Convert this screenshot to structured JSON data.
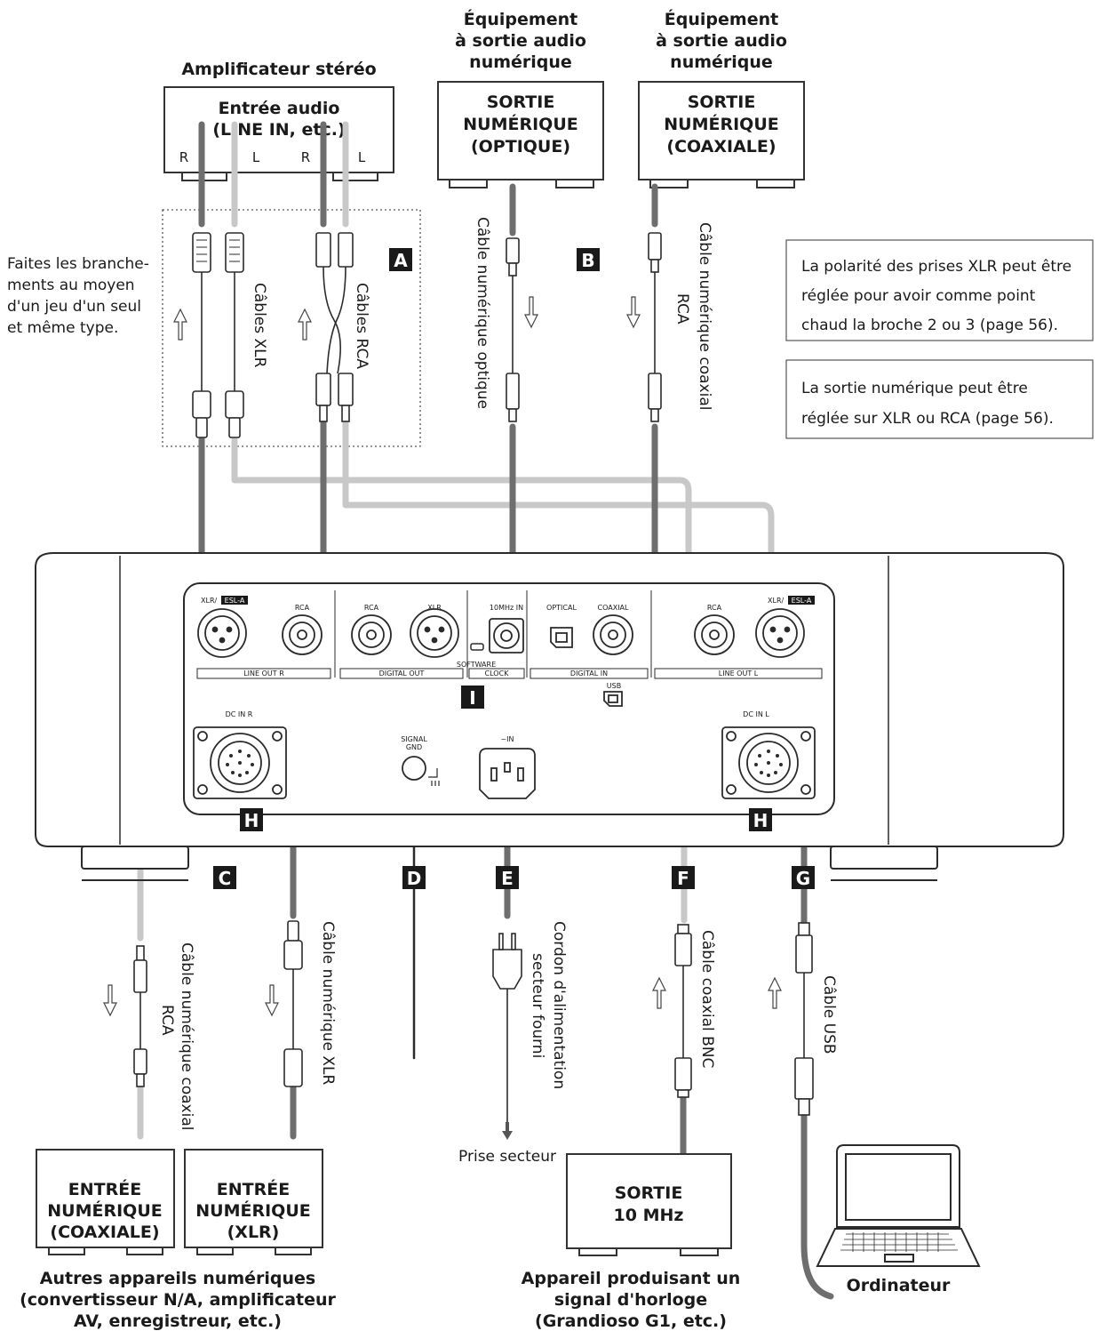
{
  "devices": {
    "amplifier": {
      "title": "Amplificateur stéréo",
      "box_line1": "Entrée audio",
      "box_line2": "(LINE IN, etc.)",
      "ch_r1": "R",
      "ch_l1": "L",
      "ch_r2": "R",
      "ch_l2": "L"
    },
    "optical_source": {
      "title1": "Équipement",
      "title2": "à sortie audio",
      "title3": "numérique",
      "box1": "SORTIE",
      "box2": "NUMÉRIQUE",
      "box3": "(OPTIQUE)"
    },
    "coaxial_source": {
      "title1": "Équipement",
      "title2": "à sortie audio",
      "title3": "numérique",
      "box1": "SORTIE",
      "box2": "NUMÉRIQUE",
      "box3": "(COAXIALE)"
    },
    "digital_in_coax": {
      "box1": "ENTRÉE",
      "box2": "NUMÉRIQUE",
      "box3": "(COAXIALE)"
    },
    "digital_in_xlr": {
      "box1": "ENTRÉE",
      "box2": "NUMÉRIQUE",
      "box3": "(XLR)"
    },
    "other_devices": {
      "line1": "Autres appareils numériques",
      "line2": "(convertisseur N/A, amplificateur",
      "line3": "AV, enregistreur, etc.)"
    },
    "clock_out": {
      "box1": "SORTIE",
      "box2": "10 MHz"
    },
    "clock_device": {
      "line1": "Appareil produisant un",
      "line2": "signal d'horloge",
      "line3": "(Grandioso G1, etc.)"
    },
    "computer": {
      "label": "Ordinateur"
    }
  },
  "notes": {
    "side_note": [
      "Faites les branche-",
      "ments au moyen",
      "d'un jeu d'un seul",
      "et même type."
    ],
    "xlr_polarity": [
      "La polarité des prises XLR peut être",
      "réglée pour avoir comme point",
      "chaud la broche 2 ou 3 (page 56)."
    ],
    "digital_output": [
      "La sortie numérique peut être",
      "réglée sur XLR ou RCA (page 56)."
    ]
  },
  "cables": {
    "xlr": "Câbles XLR",
    "rca": "Câbles RCA",
    "optical": "Câble numérique optique",
    "coax_rca_top1": "Câble numérique coaxial",
    "coax_rca_top2": "RCA",
    "coax_rca_bottom1": "Câble numérique coaxial",
    "coax_rca_bottom2": "RCA",
    "xlr_digital": "Câble numérique XLR",
    "power1": "Cordon d'alimentation",
    "power2": "secteur fourni",
    "bnc": "Câble coaxial BNC",
    "usb": "Câble USB",
    "outlet": "Prise secteur"
  },
  "letters": {
    "a": "A",
    "b": "B",
    "c": "C",
    "d": "D",
    "e": "E",
    "f": "F",
    "g": "G",
    "h1": "H",
    "h2": "H",
    "i": "I"
  },
  "rear_panel": {
    "xlr_esl_a_r": "XLR/",
    "esl_badge_r": "ESL-A",
    "rca_r": "RCA",
    "rca_digital": "RCA",
    "xlr_digital": "XLR",
    "clock_in": "10MHz IN",
    "optical": "OPTICAL",
    "coaxial": "COAXIAL",
    "rca_l": "RCA",
    "xlr_esl_a_l": "XLR/",
    "esl_badge_l": "ESL-A",
    "software": "SOFTWARE",
    "line_out_r": "LINE OUT  R",
    "digital_out": "DIGITAL OUT",
    "clock": "CLOCK",
    "digital_in": "DIGITAL IN",
    "line_out_l": "LINE OUT  L",
    "usb": "USB",
    "dc_in_r": "DC IN  R",
    "dc_in_l": "DC IN  L",
    "signal_gnd1": "SIGNAL",
    "signal_gnd2": "GND",
    "ac_in": "~IN"
  },
  "colors": {
    "dark_cable": "#6e6e6e",
    "light_cable": "#c8c8c8",
    "outline": "#2b2b2b",
    "badge": "#1a1a1a"
  }
}
